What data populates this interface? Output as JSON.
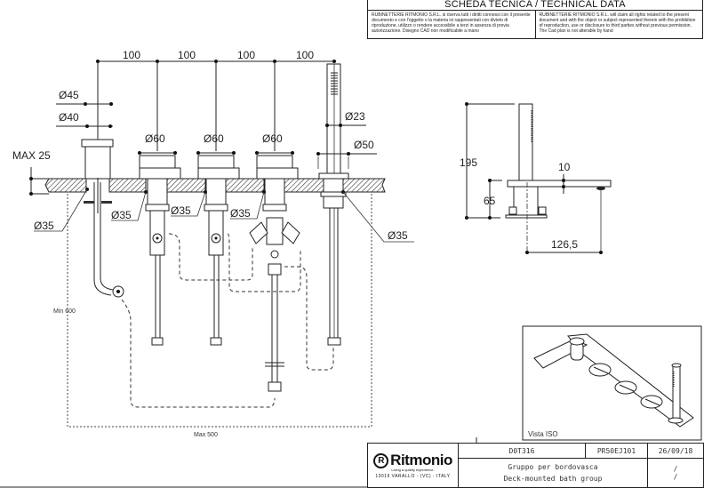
{
  "header": {
    "title": "SCHEDA TECNICA / TECHNICAL DATA",
    "notice_it": "RUBINETTERIE RITMONIO S.R.L. si riserva tutti i diritti connessi con il presente documento e con l'oggetto o la materia ivi rappresentati con divieto di riproduzione, utilizzo o rendere accessibile a terzi in assenza di previa autorizzazione. Disegno CAD non modificabile a mano",
    "notice_en": "RUBINETTERIE RITMONIO S.R.L. will claim all rights related to the present document and with the object or subject represented therein with the prohibition of reproduction, use or disclosure to third parties without previous permission. The Cad plan is not alterable by hand"
  },
  "front_view": {
    "spacing_labels": [
      "100",
      "100",
      "100",
      "100"
    ],
    "spout_diameters": [
      "Ø45",
      "Ø40"
    ],
    "handle_diameters": [
      "Ø60",
      "Ø60",
      "Ø60"
    ],
    "shower_diameters": [
      "Ø23",
      "Ø50"
    ],
    "deck_thickness": "MAX 25",
    "hole_diameters": [
      "Ø35",
      "Ø35",
      "Ø35",
      "Ø35",
      "Ø35"
    ],
    "min_depth": "Min 600",
    "max_width": "Max 500"
  },
  "side_view": {
    "total_height": "195",
    "spout_height": "65",
    "spout_thickness": "10",
    "spout_projection": "126,5"
  },
  "iso_view": {
    "label": "Vista ISO"
  },
  "title_block": {
    "brand": "Ritmonio",
    "brand_mark": "R",
    "tagline": "Living a quality experience.",
    "address": "13019 VARALLO - (VC) - ITALY",
    "series": "D0T316",
    "code": "PR50EJ101",
    "date": "26/09/18",
    "description_it": "Gruppo per bordovasca",
    "description_en": "Deck-mounted bath group",
    "revision": "/",
    "revision_2": "/"
  }
}
